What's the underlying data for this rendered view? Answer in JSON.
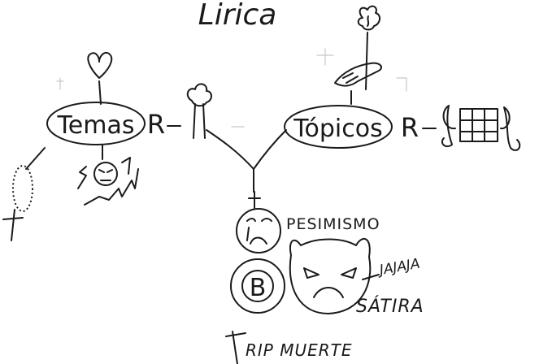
{
  "title": "Lirica",
  "nodes": {
    "temas": "Temas",
    "temas_relation": "R",
    "topicos": "Tópicos",
    "topicos_relation": "R",
    "emblem_letter": "B"
  },
  "labels": {
    "pesimismo": "PESIMISMO",
    "jajaja": "JAJAJA",
    "satira": "SÁTIRA",
    "rip_muerte": "RIP MUERTE"
  },
  "icons": [
    "heart-icon",
    "rosary-icon",
    "angry-face-icon",
    "tree-icon",
    "hand-holding-flower-icon",
    "scroll-icon",
    "sad-face-icon",
    "satire-mask-icon",
    "cross-icon"
  ]
}
